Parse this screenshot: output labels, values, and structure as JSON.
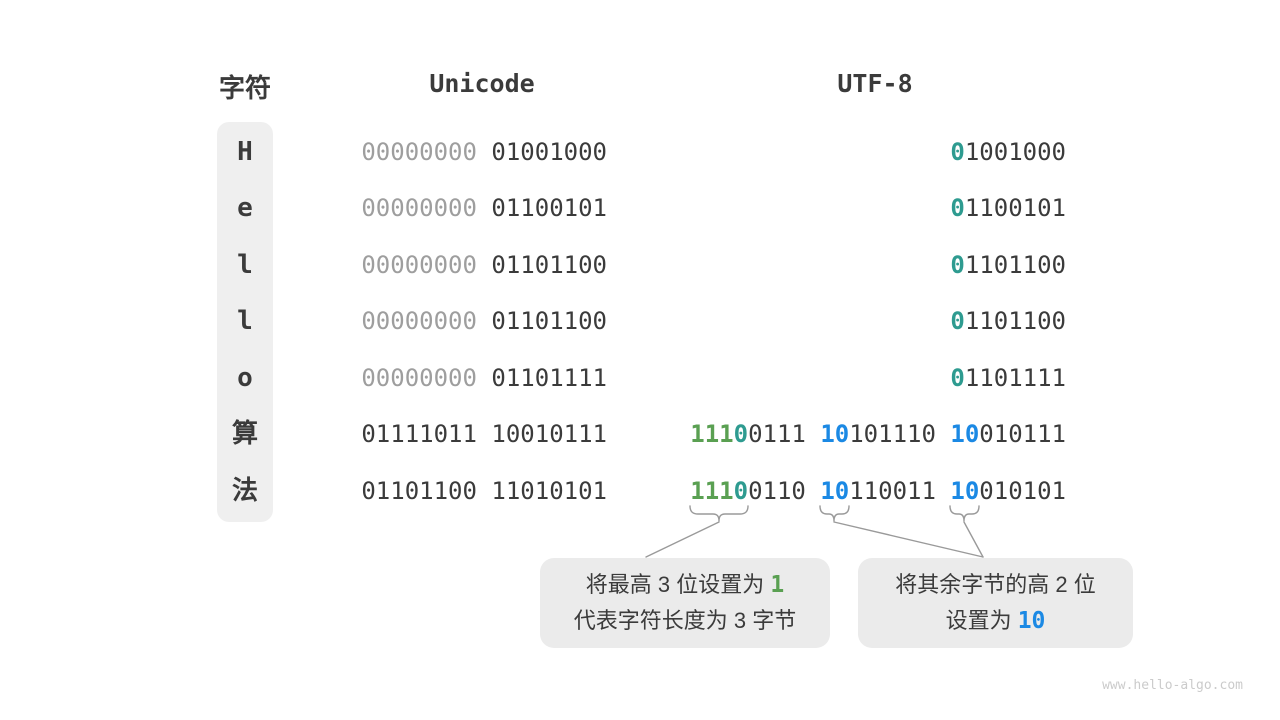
{
  "title": "UTF-8 encoding diagram",
  "colors": {
    "green": "#5aa052",
    "teal": "#2e9b90",
    "blue": "#1b89e4",
    "dark_text": "#3b3b3b",
    "gray_zeros": "#9e9e9e",
    "box_fill": "#ebebeb",
    "column_fill": "#efefef"
  },
  "headers": {
    "char": "字符",
    "unicode": "Unicode",
    "utf8": "UTF-8"
  },
  "rows": [
    {
      "char": "H",
      "unicode": [
        {
          "t": "00000000",
          "c": "gray"
        },
        {
          "t": " ",
          "c": "dark"
        },
        {
          "t": "01001000",
          "c": "dark"
        }
      ],
      "utf8": [
        {
          "t": "0",
          "c": "teal"
        },
        {
          "t": "1001000",
          "c": "dark"
        }
      ]
    },
    {
      "char": "e",
      "unicode": [
        {
          "t": "00000000",
          "c": "gray"
        },
        {
          "t": " ",
          "c": "dark"
        },
        {
          "t": "01100101",
          "c": "dark"
        }
      ],
      "utf8": [
        {
          "t": "0",
          "c": "teal"
        },
        {
          "t": "1100101",
          "c": "dark"
        }
      ]
    },
    {
      "char": "l",
      "unicode": [
        {
          "t": "00000000",
          "c": "gray"
        },
        {
          "t": " ",
          "c": "dark"
        },
        {
          "t": "01101100",
          "c": "dark"
        }
      ],
      "utf8": [
        {
          "t": "0",
          "c": "teal"
        },
        {
          "t": "1101100",
          "c": "dark"
        }
      ]
    },
    {
      "char": "l",
      "unicode": [
        {
          "t": "00000000",
          "c": "gray"
        },
        {
          "t": " ",
          "c": "dark"
        },
        {
          "t": "01101100",
          "c": "dark"
        }
      ],
      "utf8": [
        {
          "t": "0",
          "c": "teal"
        },
        {
          "t": "1101100",
          "c": "dark"
        }
      ]
    },
    {
      "char": "o",
      "unicode": [
        {
          "t": "00000000",
          "c": "gray"
        },
        {
          "t": " ",
          "c": "dark"
        },
        {
          "t": "01101111",
          "c": "dark"
        }
      ],
      "utf8": [
        {
          "t": "0",
          "c": "teal"
        },
        {
          "t": "1101111",
          "c": "dark"
        }
      ]
    },
    {
      "char": "算",
      "unicode": [
        {
          "t": "01111011 10010111",
          "c": "dark"
        }
      ],
      "utf8": [
        {
          "t": "111",
          "c": "green"
        },
        {
          "t": "0",
          "c": "teal"
        },
        {
          "t": "0111 ",
          "c": "dark"
        },
        {
          "t": "10",
          "c": "blue"
        },
        {
          "t": "101110 ",
          "c": "dark"
        },
        {
          "t": "10",
          "c": "blue"
        },
        {
          "t": "010111",
          "c": "dark"
        }
      ]
    },
    {
      "char": "法",
      "unicode": [
        {
          "t": "01101100 11010101",
          "c": "dark"
        }
      ],
      "utf8": [
        {
          "t": "111",
          "c": "green"
        },
        {
          "t": "0",
          "c": "teal"
        },
        {
          "t": "0110 ",
          "c": "dark"
        },
        {
          "t": "10",
          "c": "blue"
        },
        {
          "t": "110011 ",
          "c": "dark"
        },
        {
          "t": "10",
          "c": "blue"
        },
        {
          "t": "010101",
          "c": "dark"
        }
      ]
    }
  ],
  "callouts": [
    {
      "lines": [
        [
          {
            "t": "将最高 3 位设置为 ",
            "c": "dark"
          },
          {
            "t": "1",
            "c": "green"
          }
        ],
        [
          {
            "t": "代表字符长度为 3 字节",
            "c": "dark"
          }
        ]
      ]
    },
    {
      "lines": [
        [
          {
            "t": "将其余字节的高 2 位",
            "c": "dark"
          }
        ],
        [
          {
            "t": "设置为 ",
            "c": "dark"
          },
          {
            "t": "10",
            "c": "blue"
          }
        ]
      ]
    }
  ],
  "watermark": "www.hello-algo.com"
}
